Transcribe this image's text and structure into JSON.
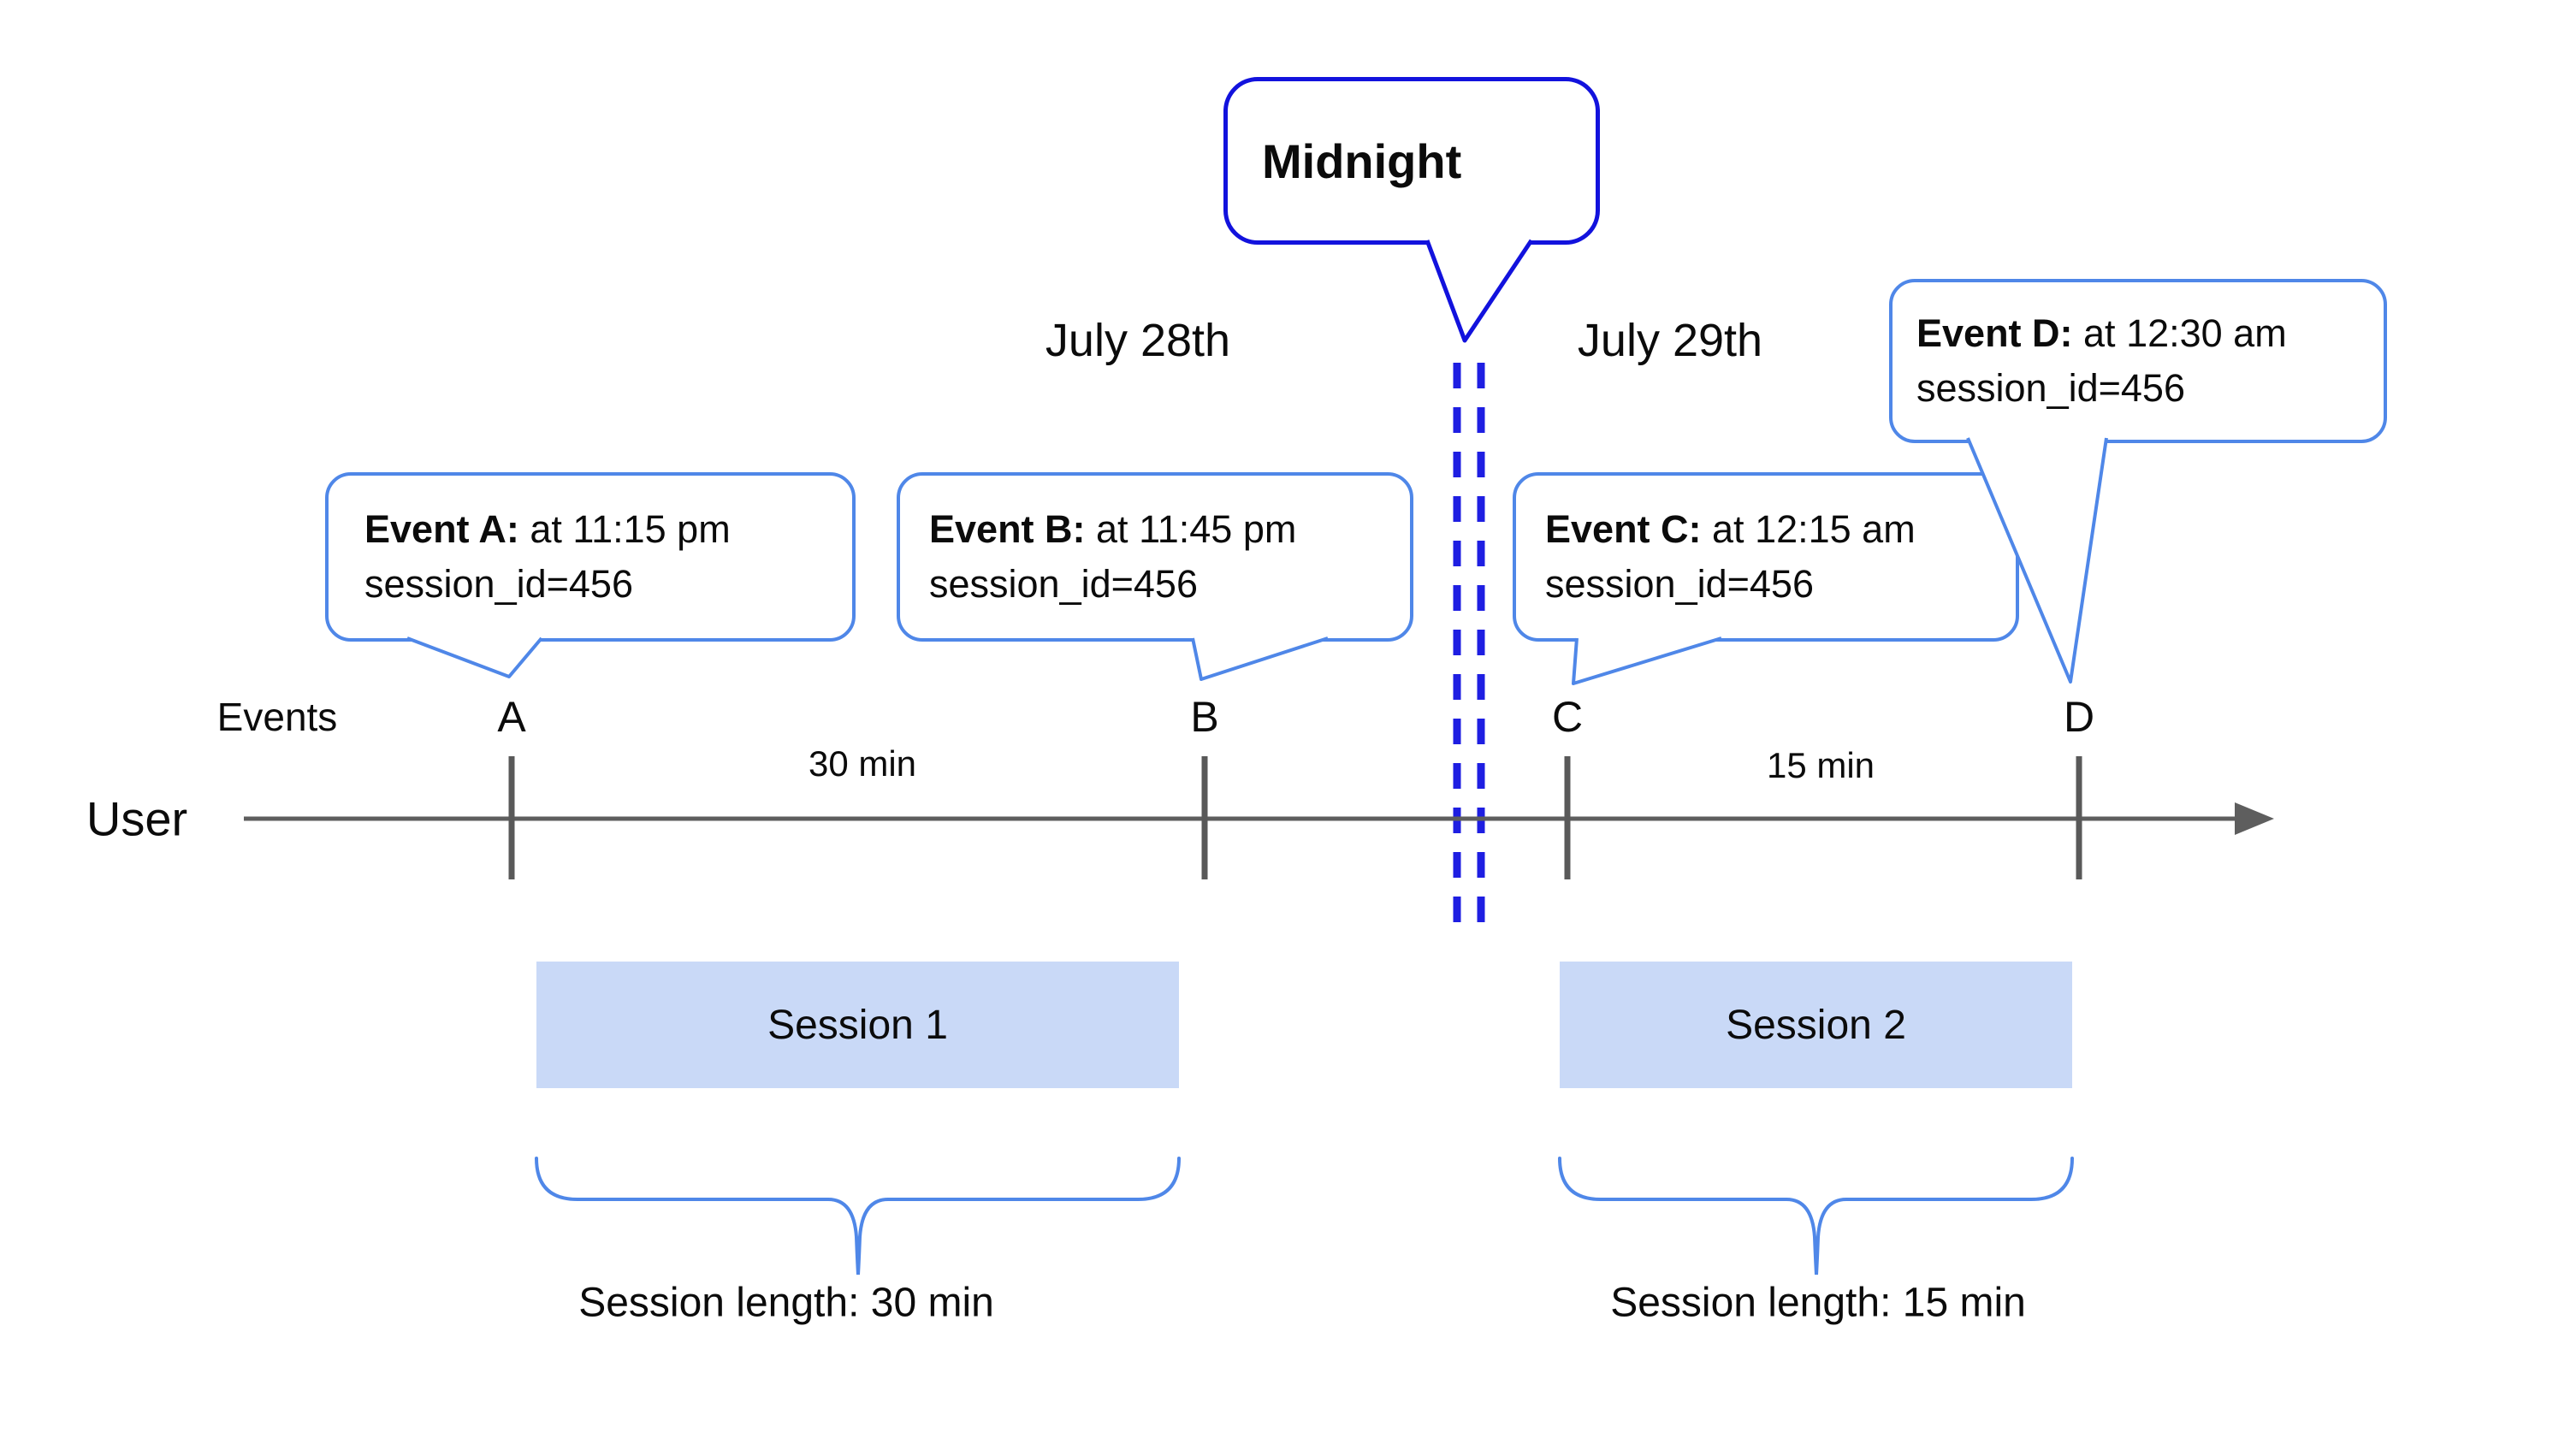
{
  "midnight": {
    "label": "Midnight"
  },
  "dates": {
    "left": "July 28th",
    "right": "July 29th"
  },
  "timeline": {
    "events_axis_label": "Events",
    "user_label": "User",
    "interval_ab": "30 min",
    "interval_cd": "15 min"
  },
  "events": [
    {
      "tick": "A",
      "bold": "Event A:",
      "time": " at 11:15 pm",
      "session_line": "session_id=456"
    },
    {
      "tick": "B",
      "bold": "Event B:",
      "time": " at 11:45 pm",
      "session_line": "session_id=456"
    },
    {
      "tick": "C",
      "bold": "Event C:",
      "time": " at 12:15 am",
      "session_line": "session_id=456"
    },
    {
      "tick": "D",
      "bold": "Event D:",
      "time": " at 12:30 am",
      "session_line": "session_id=456"
    }
  ],
  "sessions": [
    {
      "name": "Session 1",
      "length_label": "Session length: 30 min"
    },
    {
      "name": "Session 2",
      "length_label": "Session length: 15 min"
    }
  ],
  "colors": {
    "event_bubble_border": "#4f87e8",
    "midnight_bubble_border": "#1212dd",
    "midnight_dashed_line": "#1e1ee2",
    "timeline_gray": "#5e5e5e",
    "session_fill": "#c9d9f7",
    "brace_blue": "#4f87e8",
    "text": "#0b0b0b"
  }
}
